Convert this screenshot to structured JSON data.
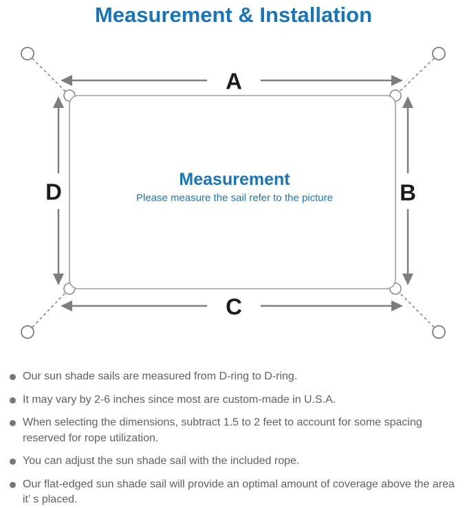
{
  "page": {
    "title": "Measurement & Installation"
  },
  "colors": {
    "accent_blue": "#1a74ba",
    "diagram_line_gray": "#7d7d7d",
    "sail_border_gray": "#9d9d9d",
    "note_text_gray": "#606060",
    "label_black": "#1c1c1c"
  },
  "diagram": {
    "center_title": "Measurement",
    "center_subtitle": "Please measure the sail refer to the picture",
    "dimension_labels": {
      "top": "A",
      "right": "B",
      "bottom": "C",
      "left": "D"
    }
  },
  "notes": [
    "Our sun shade sails are measured from D-ring to D-ring.",
    "It may vary by 2-6 inches since most are custom-made in U.S.A.",
    "When selecting the dimensions, subtract 1.5 to 2 feet to account for some spacing reserved for rope utilization.",
    "You can adjust the sun shade sail with the included rope.",
    "Our flat-edged sun shade sail will provide an optimal amount of coverage above the area it’ s placed."
  ]
}
